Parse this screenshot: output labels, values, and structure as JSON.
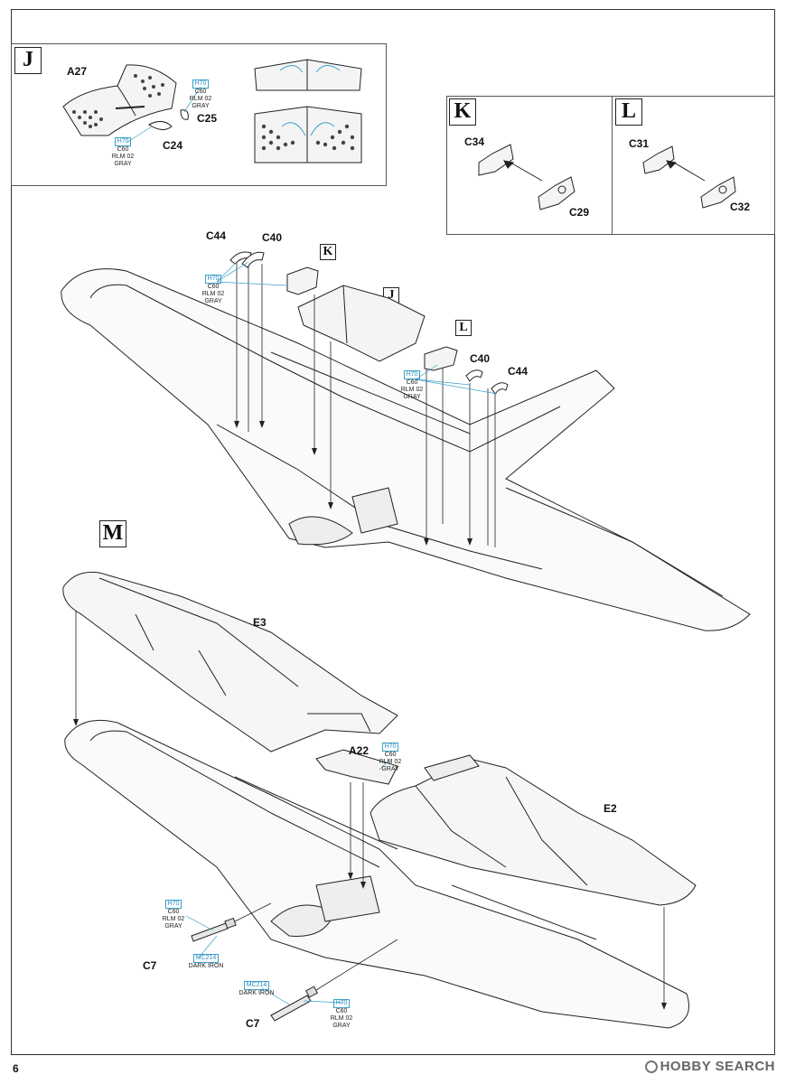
{
  "page_number": "6",
  "watermark": "HOBBY SEARCH",
  "steps": {
    "J": "J",
    "K": "K",
    "L": "L",
    "M": "M"
  },
  "parts": {
    "A27": "A27",
    "C25": "C25",
    "C24": "C24",
    "C34": "C34",
    "C29": "C29",
    "C31": "C31",
    "C32": "C32",
    "C44_left": "C44",
    "C40_left": "C40",
    "C40_right": "C40",
    "C44_right": "C44",
    "E3": "E3",
    "A22": "A22",
    "E2": "E2",
    "C7_left": "C7",
    "C7_bottom": "C7"
  },
  "paint_callout": {
    "code": "H70",
    "lines": [
      "C60",
      "RLM 02",
      "GRAY"
    ]
  },
  "paint_callout_iron": {
    "code": "MC214",
    "lines": [
      "DARK IRON"
    ]
  },
  "colors": {
    "paint_code": "#2a8fbf",
    "line": "#222222"
  }
}
